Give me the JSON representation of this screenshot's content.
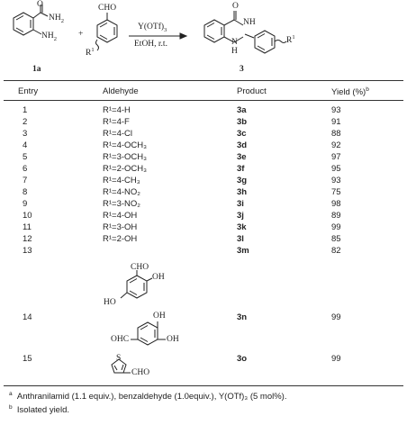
{
  "scheme": {
    "reactant1_nh2_top": "NH",
    "reactant1_nh2_bottom": "NH",
    "reactant1_sub": "2",
    "reactant1_label": "1a",
    "plus": "+",
    "aldehyde_cho": "CHO",
    "aldehyde_r": "R",
    "aldehyde_r_sup": "1",
    "reagent_top": "Y(OTf)",
    "reagent_top_sub": "3",
    "reagent_bottom": "EtOH, r.t.",
    "product_o": "O",
    "product_nh": "NH",
    "product_n": "N",
    "product_h": "H",
    "product_r": "R",
    "product_r_sup": "1",
    "product_label": "3"
  },
  "table": {
    "headers": {
      "entry": "Entry",
      "aldehyde": "Aldehyde",
      "product": "Product",
      "yield": "Yield (%)",
      "yield_sup": "b"
    },
    "rows": [
      {
        "entry": "1",
        "aldehyde": "R¹=4-H",
        "product": "3a",
        "yield": "93"
      },
      {
        "entry": "2",
        "aldehyde": "R¹=4-F",
        "product": "3b",
        "yield": "91"
      },
      {
        "entry": "3",
        "aldehyde": "R¹=4-Cl",
        "product": "3c",
        "yield": "88"
      },
      {
        "entry": "4",
        "aldehyde": "R¹=4-OCH₃",
        "product": "3d",
        "yield": "92"
      },
      {
        "entry": "5",
        "aldehyde": "R¹=3-OCH₃",
        "product": "3e",
        "yield": "97"
      },
      {
        "entry": "6",
        "aldehyde": "R¹=2-OCH₃",
        "product": "3f",
        "yield": "95"
      },
      {
        "entry": "7",
        "aldehyde": "R¹=4-CH₃",
        "product": "3g",
        "yield": "93"
      },
      {
        "entry": "8",
        "aldehyde": "R¹=4-NO₂",
        "product": "3h",
        "yield": "75"
      },
      {
        "entry": "9",
        "aldehyde": "R¹=3-NO₂",
        "product": "3i",
        "yield": "98"
      },
      {
        "entry": "10",
        "aldehyde": "R¹=4-OH",
        "product": "3j",
        "yield": "89"
      },
      {
        "entry": "11",
        "aldehyde": "R¹=3-OH",
        "product": "3k",
        "yield": "99"
      },
      {
        "entry": "12",
        "aldehyde": "R¹=2-OH",
        "product": "3l",
        "yield": "85"
      },
      {
        "entry": "13",
        "aldehyde": "",
        "product": "3m",
        "yield": "82"
      },
      {
        "entry": "14",
        "aldehyde": "",
        "product": "3n",
        "yield": "99"
      },
      {
        "entry": "15",
        "aldehyde": "",
        "product": "3o",
        "yield": "99"
      }
    ],
    "struct13": {
      "cho": "CHO",
      "oh": "OH",
      "ho": "HO"
    },
    "struct14": {
      "oh_top": "OH",
      "ohc": "OHC",
      "oh_right": "OH"
    },
    "struct15": {
      "s": "S",
      "cho": "CHO"
    }
  },
  "footnotes": {
    "a_mark": "a",
    "a_text": "Anthranilamid (1.1 equiv.), benzaldehyde (1.0equiv.), Y(OTf)₃ (5 mol%).",
    "b_mark": "b",
    "b_text": "Isolated yield."
  }
}
